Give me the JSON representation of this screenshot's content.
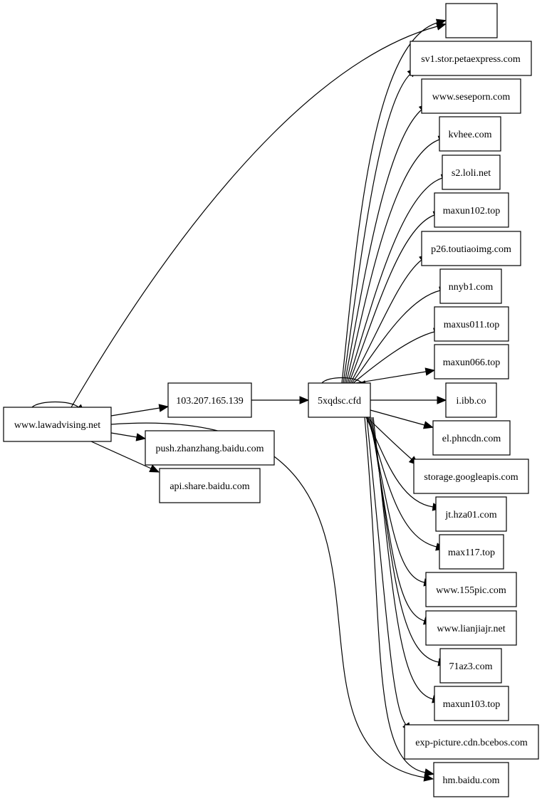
{
  "graph": {
    "nodes": [
      {
        "id": "blank",
        "label": ""
      },
      {
        "id": "sv1",
        "label": "sv1.stor.petaexpress.com"
      },
      {
        "id": "seseporn",
        "label": "www.seseporn.com"
      },
      {
        "id": "kvhee",
        "label": "kvhee.com"
      },
      {
        "id": "loli",
        "label": "s2.loli.net"
      },
      {
        "id": "maxun102",
        "label": "maxun102.top"
      },
      {
        "id": "p26",
        "label": "p26.toutiaoimg.com"
      },
      {
        "id": "nnyb1",
        "label": "nnyb1.com"
      },
      {
        "id": "maxus011",
        "label": "maxus011.top"
      },
      {
        "id": "maxun066",
        "label": "maxun066.top"
      },
      {
        "id": "ibb",
        "label": "i.ibb.co"
      },
      {
        "id": "phncdn",
        "label": "el.phncdn.com"
      },
      {
        "id": "googleapis",
        "label": "storage.googleapis.com"
      },
      {
        "id": "hza01",
        "label": "jt.hza01.com"
      },
      {
        "id": "max117",
        "label": "max117.top"
      },
      {
        "id": "pic155",
        "label": "www.155pic.com"
      },
      {
        "id": "lianjiajr",
        "label": "www.lianjiajr.net"
      },
      {
        "id": "az3",
        "label": "71az3.com"
      },
      {
        "id": "maxun103",
        "label": "maxun103.top"
      },
      {
        "id": "bcebos",
        "label": "exp-picture.cdn.bcebos.com"
      },
      {
        "id": "hmbaidu",
        "label": "hm.baidu.com"
      },
      {
        "id": "lawadvising",
        "label": "www.lawadvising.net"
      },
      {
        "id": "ip",
        "label": "103.207.165.139"
      },
      {
        "id": "xqdsc",
        "label": "5xqdsc.cfd"
      },
      {
        "id": "zhanzhang",
        "label": "push.zhanzhang.baidu.com"
      },
      {
        "id": "apishare",
        "label": "api.share.baidu.com"
      }
    ],
    "edges": [
      {
        "from": "lawadvising",
        "to": "lawadvising"
      },
      {
        "from": "lawadvising",
        "to": "blank"
      },
      {
        "from": "lawadvising",
        "to": "ip"
      },
      {
        "from": "lawadvising",
        "to": "zhanzhang"
      },
      {
        "from": "lawadvising",
        "to": "apishare"
      },
      {
        "from": "lawadvising",
        "to": "hmbaidu"
      },
      {
        "from": "ip",
        "to": "xqdsc"
      },
      {
        "from": "xqdsc",
        "to": "xqdsc"
      },
      {
        "from": "xqdsc",
        "to": "blank"
      },
      {
        "from": "xqdsc",
        "to": "sv1"
      },
      {
        "from": "xqdsc",
        "to": "seseporn"
      },
      {
        "from": "xqdsc",
        "to": "kvhee"
      },
      {
        "from": "xqdsc",
        "to": "loli"
      },
      {
        "from": "xqdsc",
        "to": "maxun102"
      },
      {
        "from": "xqdsc",
        "to": "p26"
      },
      {
        "from": "xqdsc",
        "to": "nnyb1"
      },
      {
        "from": "xqdsc",
        "to": "maxus011"
      },
      {
        "from": "xqdsc",
        "to": "maxun066"
      },
      {
        "from": "xqdsc",
        "to": "ibb"
      },
      {
        "from": "xqdsc",
        "to": "phncdn"
      },
      {
        "from": "xqdsc",
        "to": "googleapis"
      },
      {
        "from": "xqdsc",
        "to": "hza01"
      },
      {
        "from": "xqdsc",
        "to": "max117"
      },
      {
        "from": "xqdsc",
        "to": "pic155"
      },
      {
        "from": "xqdsc",
        "to": "lianjiajr"
      },
      {
        "from": "xqdsc",
        "to": "az3"
      },
      {
        "from": "xqdsc",
        "to": "maxun103"
      },
      {
        "from": "xqdsc",
        "to": "bcebos"
      },
      {
        "from": "xqdsc",
        "to": "hmbaidu"
      }
    ]
  }
}
